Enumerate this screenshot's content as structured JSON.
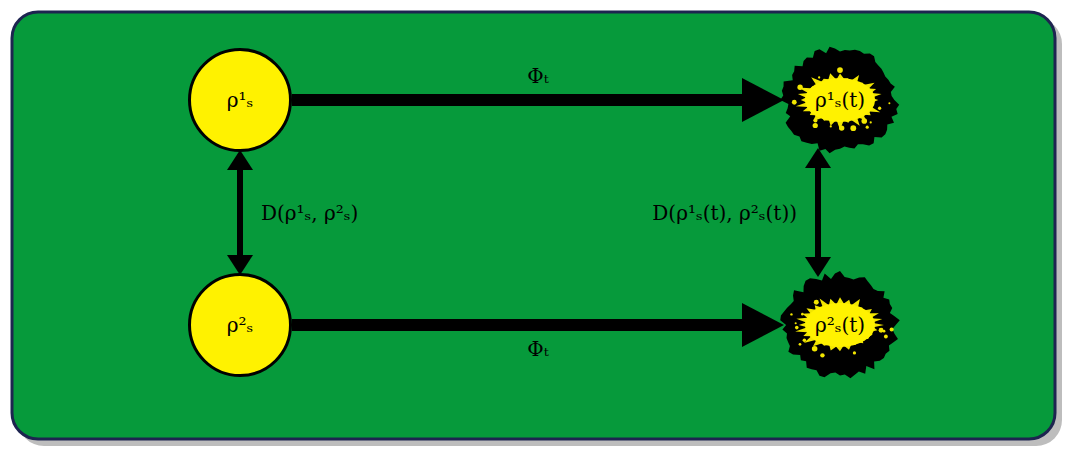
{
  "diagram": {
    "nodes": [
      {
        "text": [
          "ρ¹ₛ"
        ]
      },
      {
        "text": [
          "ρ¹ₛ(t)"
        ]
      },
      {
        "text": [
          "ρ²ₛ"
        ]
      },
      {
        "text": [
          "ρ²ₛ(t)"
        ]
      }
    ],
    "edges": [
      {
        "from": 0,
        "to": 1,
        "arrow": "to",
        "label": "Φₜ"
      },
      {
        "from": 2,
        "to": 3,
        "arrow": "to",
        "label": "Φₜ"
      },
      {
        "from": 0,
        "to": 2,
        "arrow": "both",
        "label": "D(ρ¹ₛ, ρ²ₛ)"
      },
      {
        "from": 1,
        "to": 3,
        "arrow": "both",
        "label": "D(ρ¹ₛ(t), ρ²ₛ(t))"
      }
    ]
  }
}
